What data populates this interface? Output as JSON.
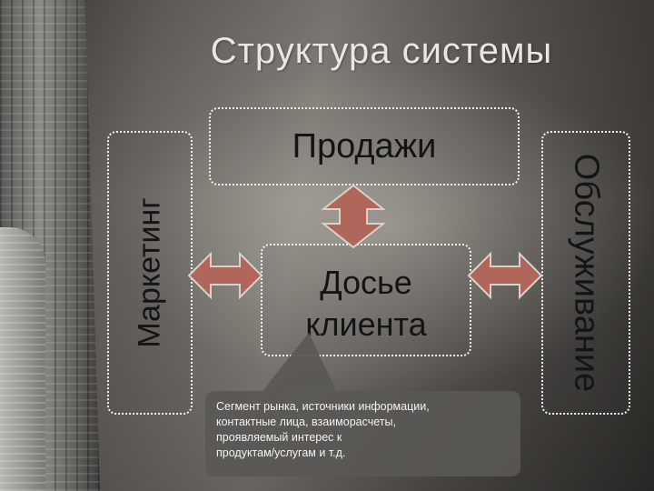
{
  "slide": {
    "title": "Структура системы",
    "boxes": {
      "sales": "Продажи",
      "marketing": "Маркетинг",
      "service": "Обслуживание",
      "dossier_line1": "Досье",
      "dossier_line2": "клиента"
    },
    "callout": {
      "lines": [
        "Сегмент рынка, источники информации,",
        "контактные лица, взаиморасчеты,",
        "проявляемый интерес к",
        "продуктам/услугам и т.д."
      ]
    },
    "colors": {
      "arrow_fill": "#b0665a",
      "arrow_stroke": "#d9d2c8",
      "box_border": "#f4f2ee",
      "callout_bg": "#5a5854"
    }
  }
}
